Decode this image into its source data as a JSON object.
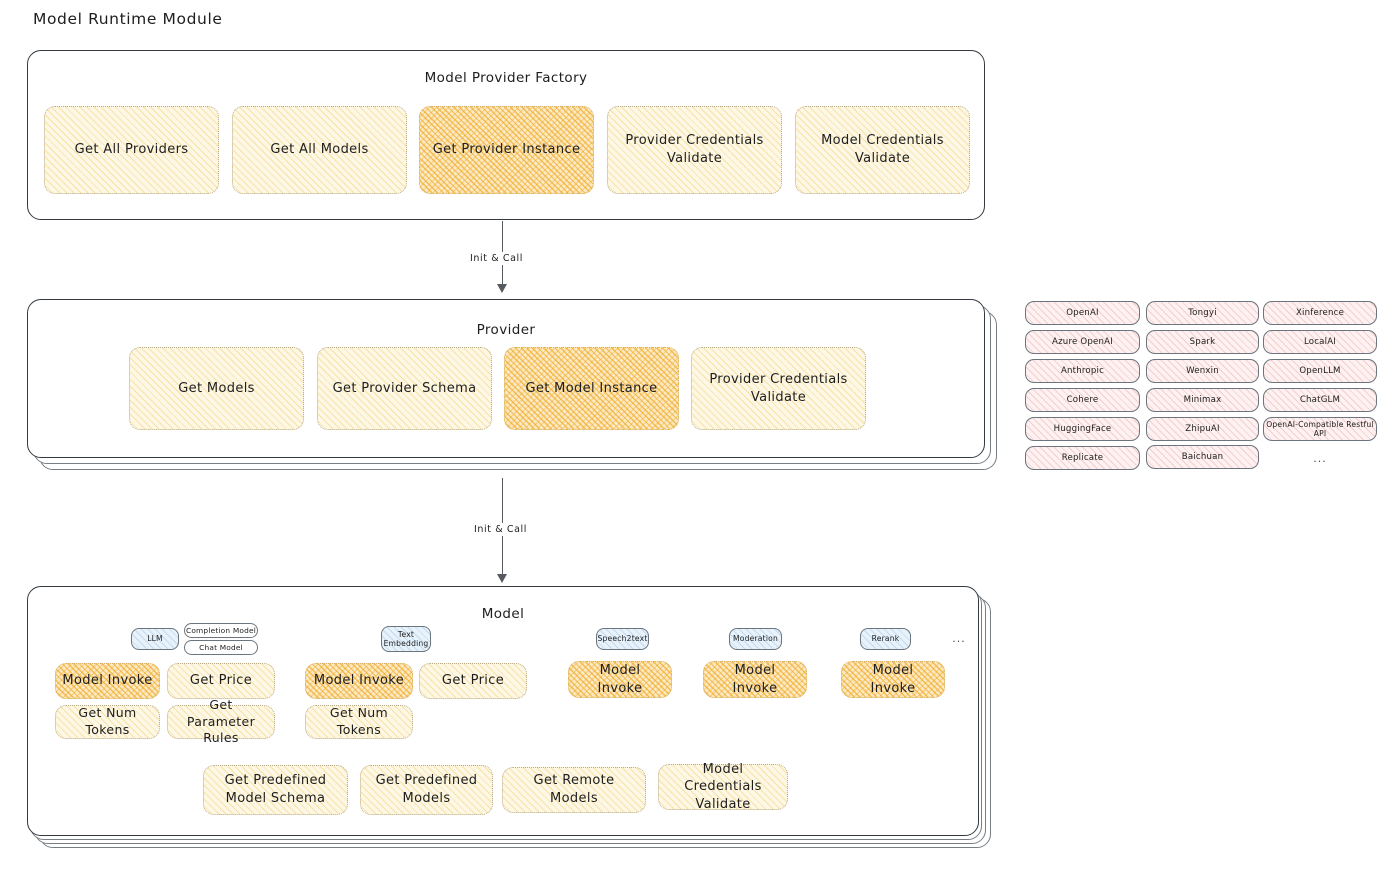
{
  "title": "Model Runtime Module",
  "factory": {
    "title": "Model Provider Factory",
    "nodes": [
      {
        "label": "Get All Providers",
        "highlight": false
      },
      {
        "label": "Get All Models",
        "highlight": false
      },
      {
        "label": "Get Provider Instance",
        "highlight": true
      },
      {
        "label": "Provider Credentials Validate",
        "highlight": false
      },
      {
        "label": "Model Credentials Validate",
        "highlight": false
      }
    ]
  },
  "arrow1": {
    "label": "Init & Call"
  },
  "provider": {
    "title": "Provider",
    "nodes": [
      {
        "label": "Get Models",
        "highlight": false
      },
      {
        "label": "Get Provider Schema",
        "highlight": false
      },
      {
        "label": "Get Model Instance",
        "highlight": true
      },
      {
        "label": "Provider Credentials Validate",
        "highlight": false
      }
    ]
  },
  "provider_list": {
    "columns": [
      [
        "OpenAI",
        "Azure OpenAI",
        "Anthropic",
        "Cohere",
        "HuggingFace",
        "Replicate"
      ],
      [
        "Tongyi",
        "Spark",
        "Wenxin",
        "Minimax",
        "ZhipuAI",
        "Baichuan"
      ],
      [
        "Xinference",
        "LocalAI",
        "OpenLLM",
        "ChatGLM",
        "OpenAI-Compatible Restful API"
      ]
    ],
    "more": "..."
  },
  "arrow2": {
    "label": "Init & Call"
  },
  "model": {
    "title": "Model",
    "more": "...",
    "types": [
      {
        "badge": "LLM",
        "sub_badges": [
          "Completion Model",
          "Chat Model"
        ],
        "nodes": [
          {
            "label": "Model Invoke",
            "highlight": true
          },
          {
            "label": "Get Price",
            "highlight": false
          },
          {
            "label": "Get Num Tokens",
            "highlight": false
          },
          {
            "label": "Get Parameter Rules",
            "highlight": false
          }
        ]
      },
      {
        "badge": "Text Embedding",
        "sub_badges": [],
        "nodes": [
          {
            "label": "Model Invoke",
            "highlight": true
          },
          {
            "label": "Get Price",
            "highlight": false
          },
          {
            "label": "Get Num Tokens",
            "highlight": false
          }
        ]
      },
      {
        "badge": "Speech2text",
        "sub_badges": [],
        "nodes": [
          {
            "label": "Model Invoke",
            "highlight": true
          }
        ]
      },
      {
        "badge": "Moderation",
        "sub_badges": [],
        "nodes": [
          {
            "label": "Model Invoke",
            "highlight": true
          }
        ]
      },
      {
        "badge": "Rerank",
        "sub_badges": [],
        "nodes": [
          {
            "label": "Model Invoke",
            "highlight": true
          }
        ]
      }
    ],
    "common_nodes": [
      {
        "label": "Get Predefined Model Schema"
      },
      {
        "label": "Get Predefined Models"
      },
      {
        "label": "Get Remote Models"
      },
      {
        "label": "Model Credentials Validate"
      }
    ]
  },
  "colors": {
    "node_fill": "#fdf8e6",
    "node_hatch": "#f5ba42",
    "node_highlight_fill": "#fbe9c4",
    "chip_fill": "#fdf1f1",
    "chip_hatch": "#e07a7a",
    "badge_fill": "#e8f2fb",
    "badge_hatch": "#64a0d7",
    "outline": "#343a40",
    "text": "#1e1e1e"
  }
}
